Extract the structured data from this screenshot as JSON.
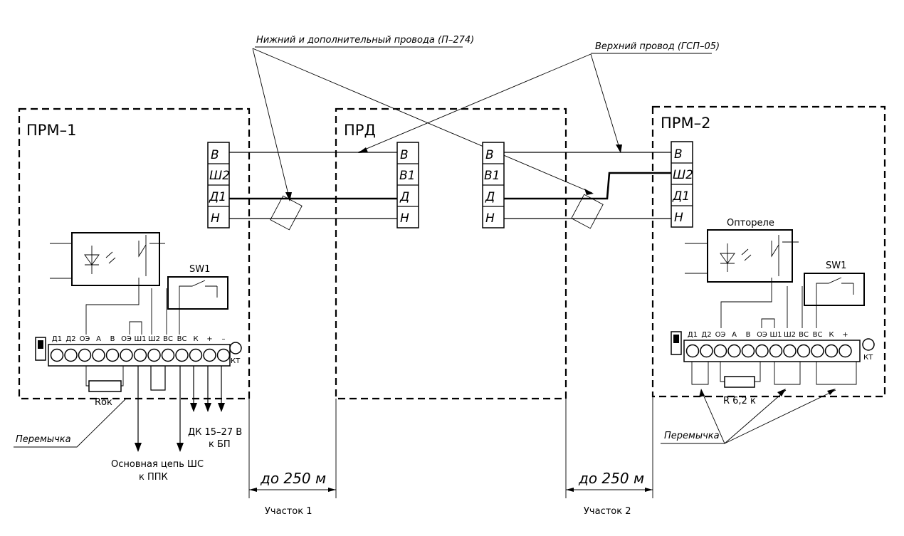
{
  "annotations": {
    "lower_wires": "Нижний и дополнительный провода (П–274)",
    "upper_wire": "Верхний провод (ГСП–05)"
  },
  "blocks": {
    "prm1": "ПРМ–1",
    "prd": "ПРД",
    "prm2": "ПРМ–2"
  },
  "prm1_terminals": [
    "В",
    "Ш2",
    "Д1",
    "Н"
  ],
  "prd_left_terminals": [
    "В",
    "В1",
    "Д",
    "Н"
  ],
  "prd_right_terminals": [
    "В",
    "В1",
    "Д",
    "Н"
  ],
  "prm2_terminals": [
    "В",
    "Ш2",
    "Д1",
    "Н"
  ],
  "prm1_strip": [
    "Д1",
    "Д2",
    "ОЭ",
    "А",
    "В",
    "ОЭ",
    "Ш1",
    "Ш2",
    "ВС",
    "ВС",
    "К",
    "+",
    "–"
  ],
  "prm2_strip": [
    "Д1",
    "Д2",
    "ОЭ",
    "А",
    "В",
    "ОЭ",
    "Ш1",
    "Ш2",
    "ВС",
    "ВС",
    "К",
    "+"
  ],
  "labels": {
    "sw1": "SW1",
    "kt": "КТ",
    "rok": "Rок",
    "optorele": "Оптореле",
    "r62": "R 6,2 к",
    "jumper": "Перемычка",
    "main_loop_1": "Основная цепь ШС",
    "main_loop_2": "к ППК",
    "dk_line1": "ДК 15–27 В",
    "dk_line2": "к БП"
  },
  "distances": {
    "d1": "до 250 м",
    "seg1": "Участок 1",
    "d2": "до 250 м",
    "seg2": "Участок 2"
  }
}
